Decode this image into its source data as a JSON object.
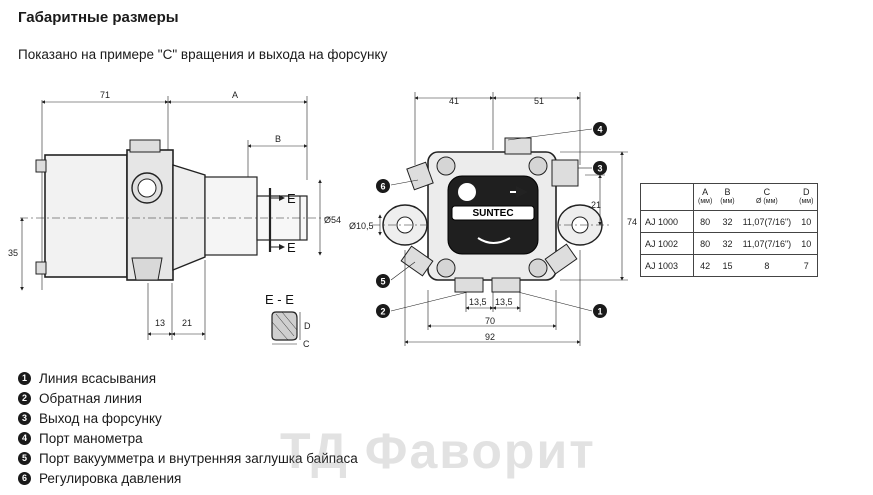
{
  "title": "Габаритные размеры",
  "subtitle": "Показано на примере \"С\" вращения и выхода на форсунку",
  "side_view": {
    "dim_71": "71",
    "dim_a": "A",
    "dim_b": "B",
    "dim_35": "35",
    "dim_13": "13",
    "dim_21": "21",
    "dim_d54": "Ø54",
    "marker_e_top": "E",
    "marker_e_bottom": "E"
  },
  "section": {
    "title": "E - E",
    "label_d": "D",
    "label_c": "C"
  },
  "front_view": {
    "dim_41": "41",
    "dim_51": "51",
    "dim_d10_5": "Ø10,5",
    "dim_21": "21",
    "dim_74": "74",
    "dim_13_5_left": "13,5",
    "dim_13_5_right": "13,5",
    "dim_70": "70",
    "dim_92": "92",
    "brand": "SUNTEC",
    "callouts": [
      "1",
      "2",
      "3",
      "4",
      "5",
      "6"
    ]
  },
  "table": {
    "headers": [
      {
        "name": "",
        "unit": ""
      },
      {
        "name": "A",
        "unit": "(мм)"
      },
      {
        "name": "B",
        "unit": "(мм)"
      },
      {
        "name": "C",
        "unit": "Ø (мм)"
      },
      {
        "name": "D",
        "unit": "(мм)"
      }
    ],
    "rows": [
      [
        "AJ 1000",
        "80",
        "32",
        "11,07(7/16\")",
        "10"
      ],
      [
        "AJ 1002",
        "80",
        "32",
        "11,07(7/16\")",
        "10"
      ],
      [
        "AJ 1003",
        "42",
        "15",
        "8",
        "7"
      ]
    ]
  },
  "legend": [
    {
      "num": "1",
      "text": "Линия всасывания"
    },
    {
      "num": "2",
      "text": "Обратная линия"
    },
    {
      "num": "3",
      "text": "Выход на форсунку"
    },
    {
      "num": "4",
      "text": "Порт манометра"
    },
    {
      "num": "5",
      "text": "Порт вакуумметра и внутренняя заглушка байпаса"
    },
    {
      "num": "6",
      "text": "Регулировка давления"
    }
  ],
  "watermark": "ТД Фаворит"
}
